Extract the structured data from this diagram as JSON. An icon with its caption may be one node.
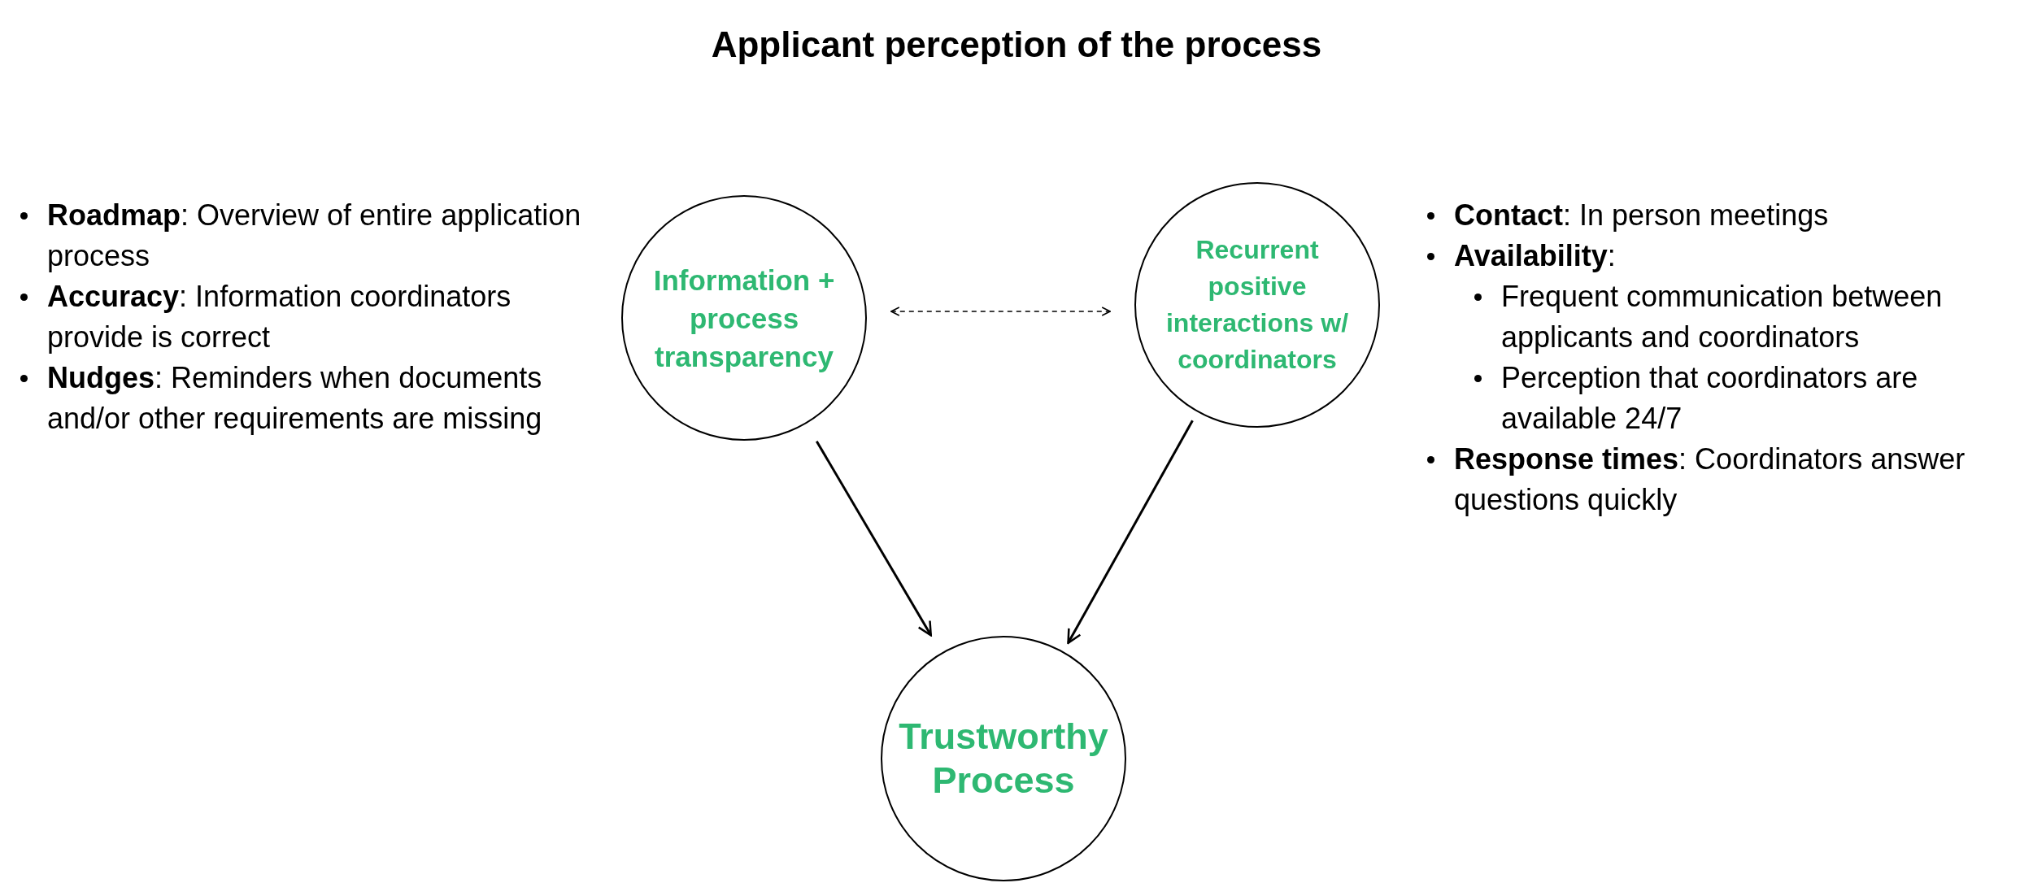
{
  "diagram": {
    "title": "Applicant perception of the process",
    "nodes": [
      {
        "text": [
          "Information + process transparency"
        ],
        "beside": [
          "**Roadmap**: Overview of entire application process",
          "**Accuracy**: Information coordinators provide is correct",
          "**Nudges**: Reminders when documents and/or other requirements are missing"
        ]
      },
      {
        "text": [
          "Recurrent positive interactions w/ coordinators"
        ],
        "beside": [
          "**Contact**: In person meetings",
          "**Availability**:",
          "Frequent communication between applicants and coordinators",
          "Perception that coordinators are available 24/7",
          "**Response times**: Coordinators answer questions quickly"
        ]
      },
      {
        "text": [
          "Trustworthy Process"
        ]
      }
    ],
    "edges": [
      {
        "from": 0,
        "to": 1,
        "arrow": "both",
        "style": "dashed"
      },
      {
        "from": 0,
        "to": 2,
        "arrow": "to"
      },
      {
        "from": 1,
        "to": 2,
        "arrow": "to"
      }
    ]
  }
}
